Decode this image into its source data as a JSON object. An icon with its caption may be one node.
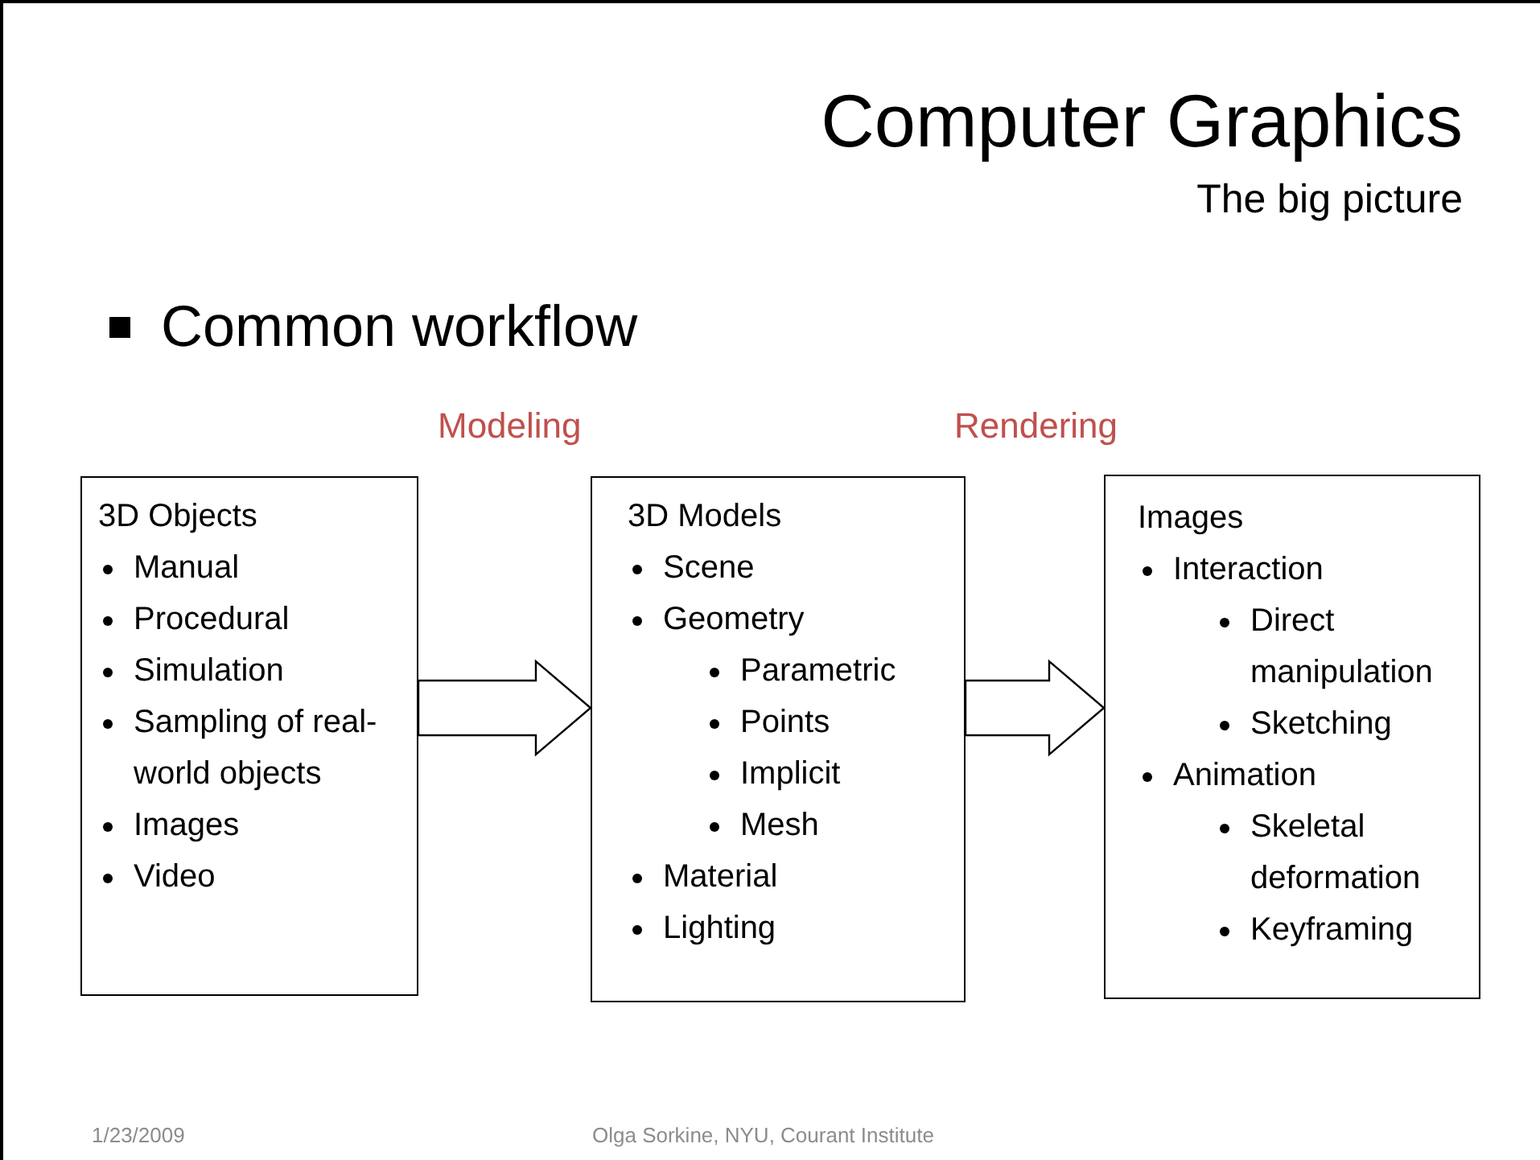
{
  "diagram": {
    "title": "Computer Graphics",
    "nodes": [
      {
        "text": [
          "3D Objects",
          "Manual",
          "Procedural",
          "Simulation",
          "Sampling of real-world objects",
          "Images",
          "Video"
        ]
      },
      {
        "text": [
          "3D Models",
          "Scene",
          "Geometry",
          "Parametric",
          "Points",
          "Implicit",
          "Mesh",
          "Material",
          "Lighting"
        ]
      },
      {
        "text": [
          "Images",
          "Interaction",
          "Direct manipulation",
          "Sketching",
          "Animation",
          "Skeletal deformation",
          "Keyframing"
        ]
      }
    ],
    "edges": [
      {
        "from": 0,
        "to": 1,
        "arrow": "to"
      },
      {
        "from": 1,
        "to": 2,
        "arrow": "to"
      }
    ],
    "labels": [
      "The big picture",
      "Common workflow",
      "Modeling",
      "Rendering",
      "1/23/2009",
      "Olga Sorkine, NYU, Courant Institute"
    ]
  }
}
